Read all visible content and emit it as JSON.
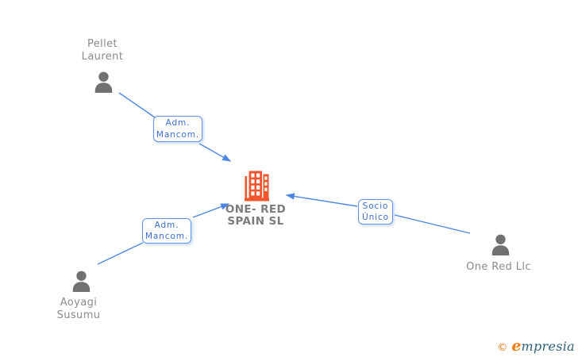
{
  "colors": {
    "edge_blue": "#4d87e5",
    "label_border_blue": "#5f94e8",
    "label_text_blue": "#3a6fd0",
    "person_icon_gray": "#717171",
    "name_text_gray": "#8a8a8a",
    "company_text_gray": "#7b7b7b",
    "building_orange": "#f3562c",
    "watermark_orange": "#ee7d0c",
    "watermark_teal": "#2d5f74"
  },
  "nodes": {
    "pellet_laurent": {
      "name": "Pellet\nLaurent",
      "type": "person"
    },
    "aoyagi_susumu": {
      "name": "Aoyagi\nSusumu",
      "type": "person"
    },
    "one_red_llc": {
      "name": "One Red Llc",
      "type": "person"
    },
    "one_red_spain": {
      "name": "ONE- RED\nSPAIN SL",
      "type": "company"
    }
  },
  "edges": [
    {
      "from": "Pellet Laurent",
      "to": "ONE- RED SPAIN SL",
      "label": "Adm.\nMancom."
    },
    {
      "from": "Aoyagi Susumu",
      "to": "ONE- RED SPAIN SL",
      "label": "Adm.\nMancom."
    },
    {
      "from": "One Red Llc",
      "to": "ONE- RED SPAIN SL",
      "label": "Socio\nÚnico"
    }
  ],
  "watermark": {
    "copyright": "©",
    "brand_initial": "e",
    "brand_rest": "mpresia"
  }
}
